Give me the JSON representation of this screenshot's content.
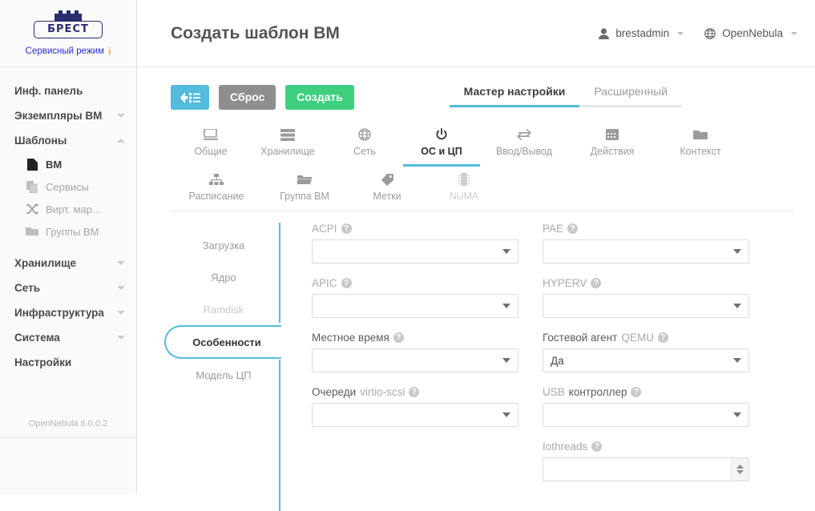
{
  "sidebar": {
    "brand_name": "БРЕСТ",
    "service_mode": "Сервисный режим",
    "info_marker": "i",
    "version": "OpenNebula 6.0.0.2",
    "items": [
      {
        "label": "Инф. панель",
        "icon": "dashboard-icon",
        "type": "group",
        "caret": "none"
      },
      {
        "label": "Экземпляры ВМ",
        "icon": "vm-instances-icon",
        "type": "group",
        "caret": "down"
      },
      {
        "label": "Шаблоны",
        "icon": "templates-icon",
        "type": "group",
        "caret": "up"
      },
      {
        "label": "ВМ",
        "icon": "file-icon",
        "type": "sub",
        "state": "active"
      },
      {
        "label": "Сервисы",
        "icon": "copy-icon",
        "type": "sub",
        "state": "dim"
      },
      {
        "label": "Вирт. мар...",
        "icon": "shuffle-icon",
        "type": "sub",
        "state": "dim"
      },
      {
        "label": "Группы ВМ",
        "icon": "folder-icon",
        "type": "sub",
        "state": "dim"
      },
      {
        "label": "Хранилище",
        "icon": "storage-icon",
        "type": "group",
        "caret": "down"
      },
      {
        "label": "Сеть",
        "icon": "network-icon",
        "type": "group",
        "caret": "down"
      },
      {
        "label": "Инфраструктура",
        "icon": "infrastructure-icon",
        "type": "group",
        "caret": "down"
      },
      {
        "label": "Система",
        "icon": "system-icon",
        "type": "group",
        "caret": "down"
      },
      {
        "label": "Настройки",
        "icon": "settings-icon",
        "type": "group",
        "caret": "none"
      }
    ]
  },
  "header": {
    "title": "Создать шаблон ВМ",
    "user": "brestadmin",
    "zone": "OpenNebula"
  },
  "toolbar": {
    "back_label": "",
    "reset_label": "Сброс",
    "create_label": "Создать"
  },
  "wizard_tabs": [
    {
      "label": "Мастер настройки",
      "active": true
    },
    {
      "label": "Расширенный",
      "active": false
    }
  ],
  "icon_tabs": [
    {
      "label": "Общие",
      "icon": "monitor-icon",
      "state": "normal"
    },
    {
      "label": "Хранилище",
      "icon": "storage-stack-icon",
      "state": "normal"
    },
    {
      "label": "Сеть",
      "icon": "globe-icon",
      "state": "normal"
    },
    {
      "label": "ОС и ЦП",
      "icon": "power-icon",
      "state": "active"
    },
    {
      "label": "Ввод/Вывод",
      "icon": "io-arrows-icon",
      "state": "normal"
    },
    {
      "label": "Действия",
      "icon": "calendar-icon",
      "state": "normal"
    },
    {
      "label": "Контекст",
      "icon": "folder-icon",
      "state": "normal"
    },
    {
      "label": "Расписание",
      "icon": "sitemap-icon",
      "state": "normal"
    },
    {
      "label": "Группа ВМ",
      "icon": "open-folder-icon",
      "state": "normal"
    },
    {
      "label": "Метки",
      "icon": "tag-icon",
      "state": "normal"
    },
    {
      "label": "NUMA",
      "icon": "chip-icon",
      "state": "disabled"
    }
  ],
  "subnav": [
    {
      "label": "Загрузка",
      "state": "normal"
    },
    {
      "label": "Ядро",
      "state": "normal"
    },
    {
      "label": "Ramdisk",
      "state": "dim"
    },
    {
      "label": "Особенности",
      "state": "active"
    },
    {
      "label": "Модель ЦП",
      "state": "normal"
    }
  ],
  "form": {
    "left": [
      {
        "name": "acpi",
        "label_cyr": "",
        "label_lat": "ACPI",
        "value": "",
        "control": "select"
      },
      {
        "name": "apic",
        "label_cyr": "",
        "label_lat": "APIC",
        "value": "",
        "control": "select"
      },
      {
        "name": "localtime",
        "label_cyr": "Местное время",
        "label_lat": "",
        "value": "",
        "control": "select"
      },
      {
        "name": "virtio-scsi-queues",
        "label_cyr": "Очереди",
        "label_lat": "virtio-scsi",
        "value": "",
        "control": "select"
      }
    ],
    "right": [
      {
        "name": "pae",
        "label_cyr": "",
        "label_lat": "PAE",
        "value": "",
        "control": "select"
      },
      {
        "name": "hyperv",
        "label_cyr": "",
        "label_lat": "HYPERV",
        "value": "",
        "control": "select"
      },
      {
        "name": "qemu-guest-agent",
        "label_cyr": "Гостевой агент",
        "label_lat": "QEMU",
        "value": "Да",
        "control": "select"
      },
      {
        "name": "usb-controller",
        "label_cyr": "контроллер",
        "label_lat": "USB",
        "label_lat_first": true,
        "value": "",
        "control": "select"
      },
      {
        "name": "iothreads",
        "label_cyr": "",
        "label_lat": "Iothreads",
        "value": "",
        "control": "number"
      }
    ]
  },
  "colors": {
    "accent": "#54bcdc",
    "create": "#3ed07e",
    "reset": "#8e8e8e",
    "brand": "#2b2d6e",
    "service_mode": "#2b2dd0"
  }
}
